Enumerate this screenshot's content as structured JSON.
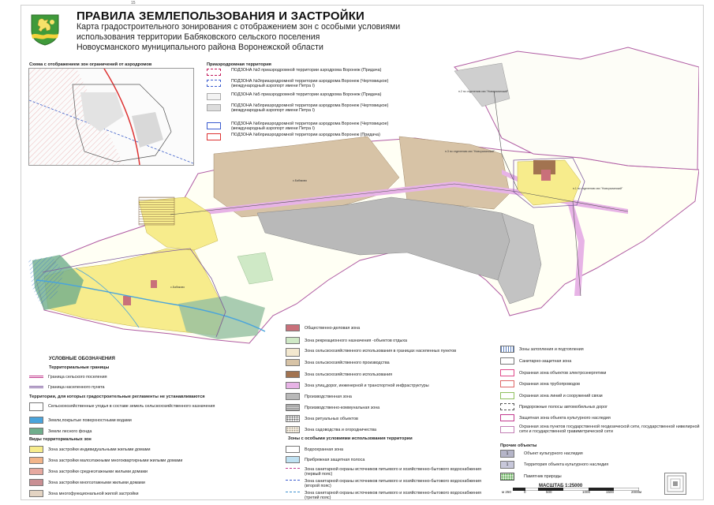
{
  "page": {
    "number": "15"
  },
  "header": {
    "title": "ПРАВИЛА ЗЕМЛЕПОЛЬЗОВАНИЯ И ЗАСТРОЙКИ",
    "subtitle_lines": [
      "Карта градостроительного зонирования с отображением зон с особыми условиями",
      "использования территории Бабяковского сельского поселения",
      "Новоусманского муниципального района Воронежской области"
    ]
  },
  "colors": {
    "yellow_residential": "#f7ec8c",
    "public_business": "#c9707a",
    "recreation": "#cfe9c6",
    "agri_production": "#d7c3a6",
    "agri_use": "#a27350",
    "infrastructure": "#e7b3e6",
    "industrial": "#b9b9b9",
    "water": "#4aa4dc",
    "forest": "#6fae8c",
    "boundary_settlement": "#c23a8e",
    "boundary_locality": "#7d5a9e"
  },
  "inset": {
    "title": "Схема с отображением зон ограничений от аэродромов"
  },
  "airport": {
    "title": "Приаэродромная территория",
    "items": [
      "ПОДЗОНА №3 приаэродромной территории аэродрома Воронеж (Придача)",
      "ПОДЗОНА №3приаэродромной территории аэродрома Воронеж (Чертовицкое)(международный аэропорт имени Петра I)",
      "ПОДЗОНА №5 приаэродромной территории аэродрома Воронеж (Придача)",
      "ПОДЗОНА №5приаэродромной территории аэродрома Воронеж (Чертовицкое)(международный аэропорт имени Петра I)",
      "ПОДЗОНА №6приаэродромной территории аэродрома Воронеж (Чертовицкое)(международный аэропорт имени Петра I)",
      "ПОДЗОНА №6приаэродромной территории аэродрома Воронеж (Придача)"
    ]
  },
  "map_labels": {
    "label1": "п.2 по отделению свх.\"Новоусманский\"",
    "label2": "п.3 по отделению свх.\"Новоусманский\"",
    "label3": "п.1 по отделению свх.\"Новоусманский\"",
    "label4": "с.Бабяково",
    "label5": "с.Бабяково"
  },
  "legend": {
    "heading": "УСЛОВНЫЕ ОБОЗНАЧЕНИЯ",
    "territorial_borders": {
      "title": "Территориальные границы",
      "items": [
        "Граница сельского поселения",
        "Граница населенного пункта"
      ]
    },
    "no_regulations": {
      "title": "Территории, для которых градостроительные регламенты не устанавливаются",
      "items": [
        "Сельскохозяйственные угодья в составе земель сельскохозяйственного назначения",
        "Земли,покрытые поверхностными водами",
        "Земли лесного фонда"
      ]
    },
    "zones_title": "Виды территориальных зон",
    "residential": [
      "Зона застройки индивидуальными жилыми домами",
      "Зона застройки малоэтажными многоквартирными жилыми домами",
      "Зона застройки среднеэтажными жилыми домами",
      "Зона застройки многоэтажными жилыми домами",
      "Зона многофункциональной жилой застройки"
    ],
    "middle": [
      "Общественно-деловая зона",
      "Зона рекреационного назначения -объектов отдыха",
      "Зона сельскохозяйственного использования в границах населенных пунктов",
      "Зона сельскохозяйственного производства",
      "Зона сельскохозяйственного использования",
      "Зона улиц,дорог, инженерной и транспортной инфраструктуры",
      "Производственная зона",
      "Производственно-коммунальная зона",
      "Зона ритуальных объектов",
      "Зона садоводства и огородничества"
    ],
    "special_title": "Зоны с особыми условиями использования территории",
    "special": [
      "Водоохранная зона",
      "Прибрежная защитная полоса",
      "Зона санитарной охраны источников питьевого и хозяйственно-бытового водоснабжения (первый пояс)",
      "Зона санитарной охраны источников питьевого и хозяйственно-бытового водоснабжения (второй пояс)",
      "Зона санитарной охраны источников питьевого и хозяйственно-бытового водоснабжения (третий пояс)"
    ],
    "right": [
      "Зоны затопления и подтопления",
      "Санитарно-защитная зона",
      "Охранная зона объектов электроэнергетики",
      "Охранная зона трубопроводов",
      "Охранная зона линий и сооружений связи",
      "Придорожные полосы автомобильных дорог",
      "Защитная зона объекта культурного наследия",
      "Охранная зона пунктов государственной геодезической сети, государственной нивелирной сети и государственной гравиметрической сети"
    ],
    "other_title": "Прочие объекты",
    "other": [
      {
        "badge": "1",
        "label": "Объект культурного наследия"
      },
      {
        "badge": "1",
        "label": "Территория объекта культурного наследия"
      },
      {
        "badge": "",
        "label": "Памятник природы"
      }
    ]
  },
  "scale": {
    "title": "МАСШТАБ 1:25000",
    "ticks": [
      "м 250",
      "0",
      "500",
      "1000",
      "1500",
      "2000м"
    ]
  }
}
